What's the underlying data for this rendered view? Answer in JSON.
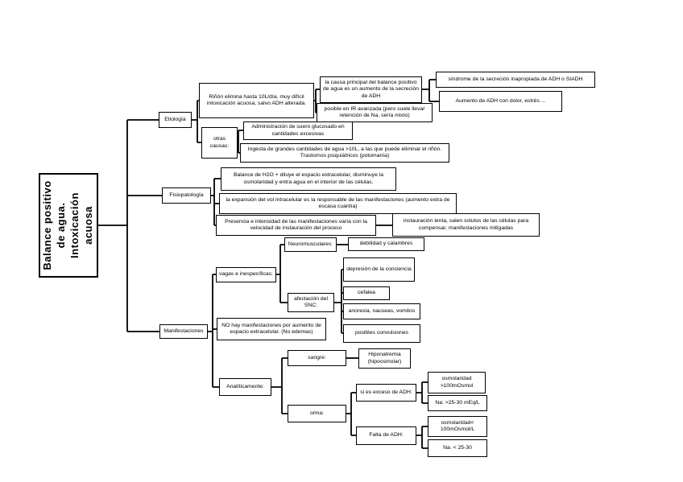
{
  "diagram": {
    "background": "#ffffff",
    "line_color": "#000000",
    "root": "Balance positivo de agua. Intoxicación acuosa",
    "nodes": {
      "etiologia": "Etiología",
      "rinon": "Riñón elimina hasta 10L/día. muy difícil intoxicación acuosa, salvo ADH alterada.",
      "causa_principal": "la causa principal del balance positivo de agua es un aumento de la secreción de ADH",
      "siadh": "síndrome de la secreción inapropiada de ADH o SIADH",
      "aumento_adh": "Aumento de ADH con dolor, estrés ...",
      "ir_avanzada": "posible en IR avanzada (pero suele llevar retención de Na, sería mixto)",
      "otras_causas": "otras causas:",
      "suero": "Administración de suero glucosado en cantidades excesivas",
      "ingesta": "Ingesta de grandes cantidades de agua >10L, a las que puede eliminar el riñón. Trastornos psiquiátricos (potomanía)",
      "fisiopatologia": "Fisiopatología",
      "balance_h2o": "Balance de H2O + diluye el espacio extracelular, disminuye la osmolaridad y entra agua en el interior de las células.",
      "expansion": "la expansión del vol intracelular es la responsable de las manifestaciones (aumento extra de escasa cuantía)",
      "presencia": "Presencia e intensidad de las manifestaciones varía con la velocidad de instauración del proceso",
      "instauracion": "instauración lenta, salen solutos de las células para compensar, manifestaciones mitigadas",
      "manifestaciones": "Manifestaciones",
      "vagas": "vagas e inespecíficas:",
      "neuromusculares": "Neuromusculares:",
      "debilidad": "debilidad y calambres",
      "snc": "afectación del SNC:",
      "depresion": "depresión de la conciencia",
      "cefalea": "cefalea",
      "anorexia": "anorexia, nauseas, vomitos",
      "convulsiones": "posibles convulsiones",
      "no_edemas": "NO hay manifestaciones por aumento de espacio extracelular. (No edemas)",
      "analiticamente": "Analíticamente:",
      "sangre": "sangre:",
      "hiponatremia": "Hiponatremia (hipoosmolar)",
      "orina": "orina:",
      "exceso_adh": "si es exceso de ADH:",
      "falta_adh": "Falta de ADH:",
      "osm_alta": "osmolaridad >100mOsmol",
      "na_alta": "Na: >25-30 mEq/L",
      "osm_baja": "osmolaridad< 100mOsmol/L",
      "na_baja": "Na: < 25-30"
    }
  }
}
